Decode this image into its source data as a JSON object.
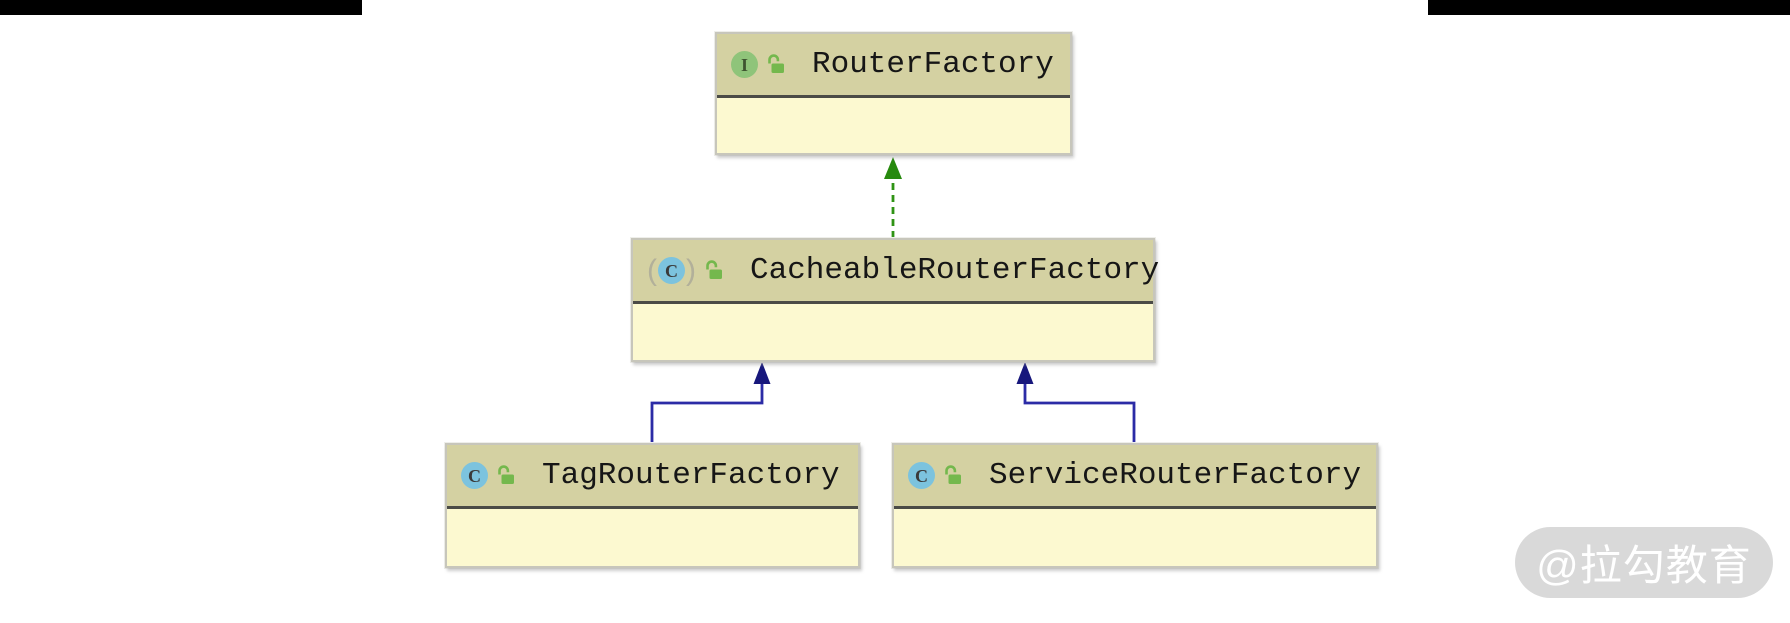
{
  "diagram": {
    "classes": [
      {
        "name": "RouterFactory",
        "kind": "interface",
        "icon_letter": "I",
        "access_icon": "unlocked"
      },
      {
        "name": "CacheableRouterFactory",
        "kind": "abstract-class",
        "icon_letter": "C",
        "access_icon": "unlocked"
      },
      {
        "name": "TagRouterFactory",
        "kind": "class",
        "icon_letter": "C",
        "access_icon": "unlocked"
      },
      {
        "name": "ServiceRouterFactory",
        "kind": "class",
        "icon_letter": "C",
        "access_icon": "unlocked"
      }
    ],
    "abstract_marker": {
      "open": "(",
      "close": ")"
    },
    "relations": [
      {
        "from": "CacheableRouterFactory",
        "to": "RouterFactory",
        "type": "implements",
        "line_style": "dashed"
      },
      {
        "from": "TagRouterFactory",
        "to": "CacheableRouterFactory",
        "type": "extends",
        "line_style": "solid"
      },
      {
        "from": "ServiceRouterFactory",
        "to": "CacheableRouterFactory",
        "type": "extends",
        "line_style": "solid"
      }
    ]
  },
  "watermark": {
    "label": "@拉勾教育"
  },
  "colors": {
    "box_header": "#d4d1a2",
    "box_body": "#fcf9d0",
    "box_border": "#c7c6bb",
    "compartment_separator": "#4b4b46",
    "extends_line": "#2b2ba6",
    "extends_arrowhead": "#17177c",
    "implements_line": "#2f9315",
    "implements_arrowhead": "#278a0e",
    "interface_icon_bg": "#8fc47a",
    "class_icon_bg": "#7cc3de",
    "lock_icon": "#74b84d",
    "letterbox": "#000000",
    "watermark_bg": "#d9d9d9",
    "watermark_text": "#ffffff"
  }
}
